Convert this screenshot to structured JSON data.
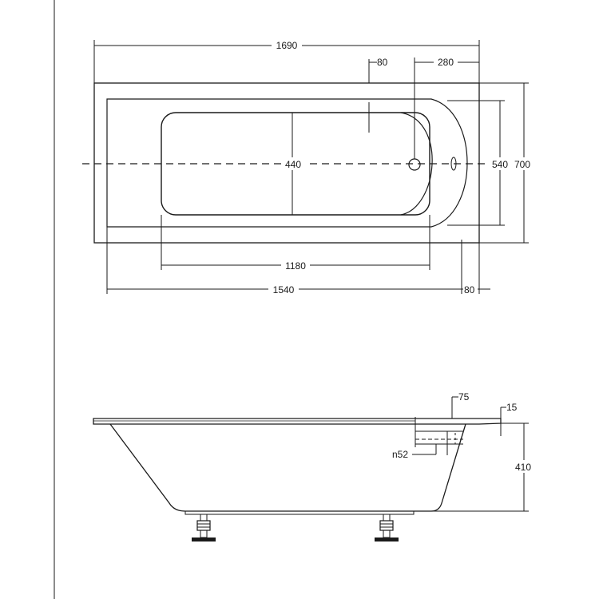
{
  "top_view": {
    "dims": {
      "overall_length": "1690",
      "waste_offset_small": "80",
      "waste_offset": "280",
      "inner_width": "540",
      "overall_width": "700",
      "well_width": "440",
      "well_length": "1180",
      "inner_length": "1540",
      "rim_offset": "80"
    }
  },
  "side_view": {
    "dims": {
      "rim_width": "75",
      "rim_thickness": "15",
      "waste_diameter": "n52",
      "height": "410"
    }
  },
  "colors": {
    "line": "#1a1a1a",
    "background": "#ffffff"
  }
}
